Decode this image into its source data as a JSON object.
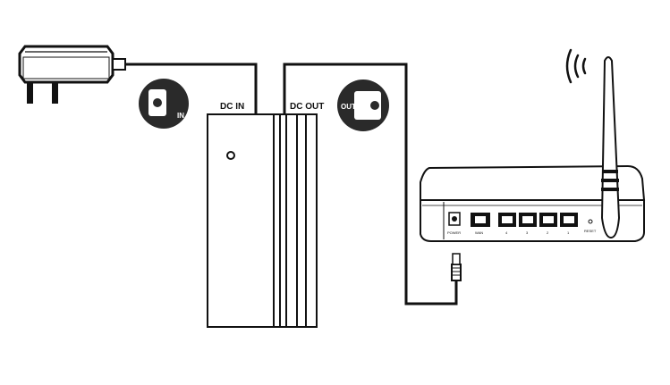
{
  "diagram": {
    "labels": {
      "dc_in": "DC IN",
      "dc_out": "DC OUT",
      "in_port": "IN",
      "out_port": "OUT"
    },
    "router": {
      "power_label": "POWER",
      "wan_label": "WAN",
      "lan_labels": [
        "4",
        "3",
        "2",
        "1"
      ],
      "reset_label": "RESET"
    },
    "colors": {
      "line": "#111111",
      "device_fill": "#ffffff",
      "badge_fill": "#2a2a2a"
    }
  }
}
